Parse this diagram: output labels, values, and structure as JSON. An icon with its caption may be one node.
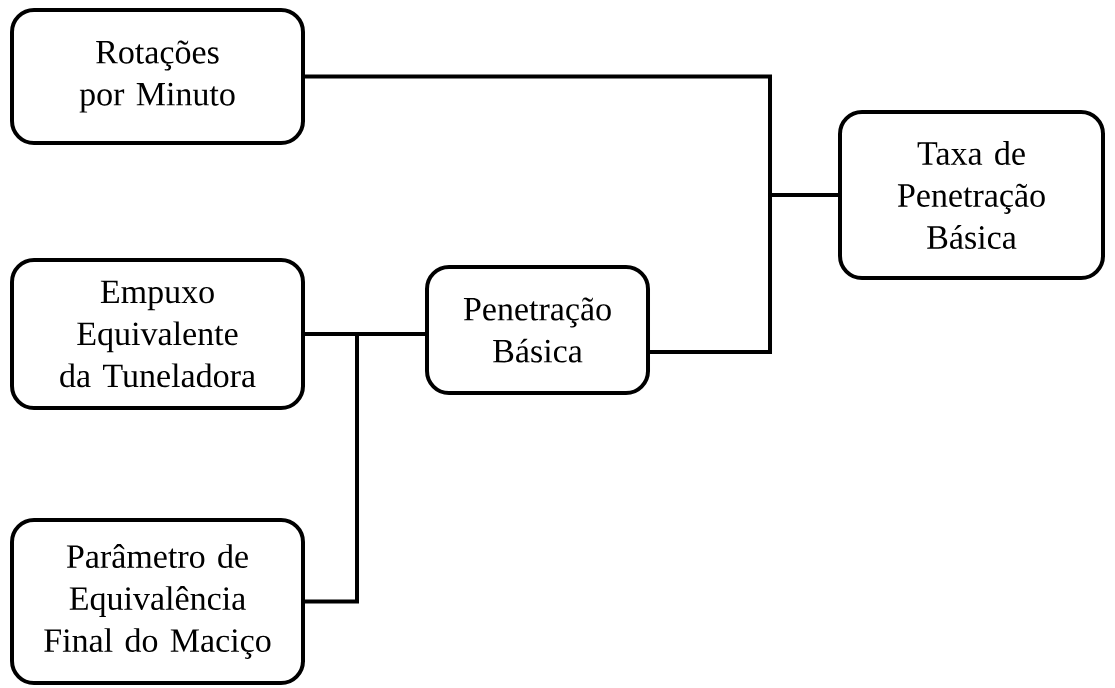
{
  "diagram": {
    "nodes": [
      {
        "text": [
          "Rotações por Minuto"
        ]
      },
      {
        "text": [
          "Taxa de Penetração Básica"
        ]
      },
      {
        "text": [
          "Empuxo Equivalente da Tuneladora"
        ]
      },
      {
        "text": [
          "Penetração Básica"
        ]
      },
      {
        "text": [
          "Parâmetro de Equivalência Final do Maciço"
        ]
      }
    ],
    "edges": [
      {
        "from": 0,
        "to": 1,
        "arrow": "none"
      },
      {
        "from": 3,
        "to": 1,
        "arrow": "none"
      },
      {
        "from": 2,
        "to": 3,
        "arrow": "none"
      },
      {
        "from": 4,
        "to": 3,
        "arrow": "none"
      }
    ]
  }
}
